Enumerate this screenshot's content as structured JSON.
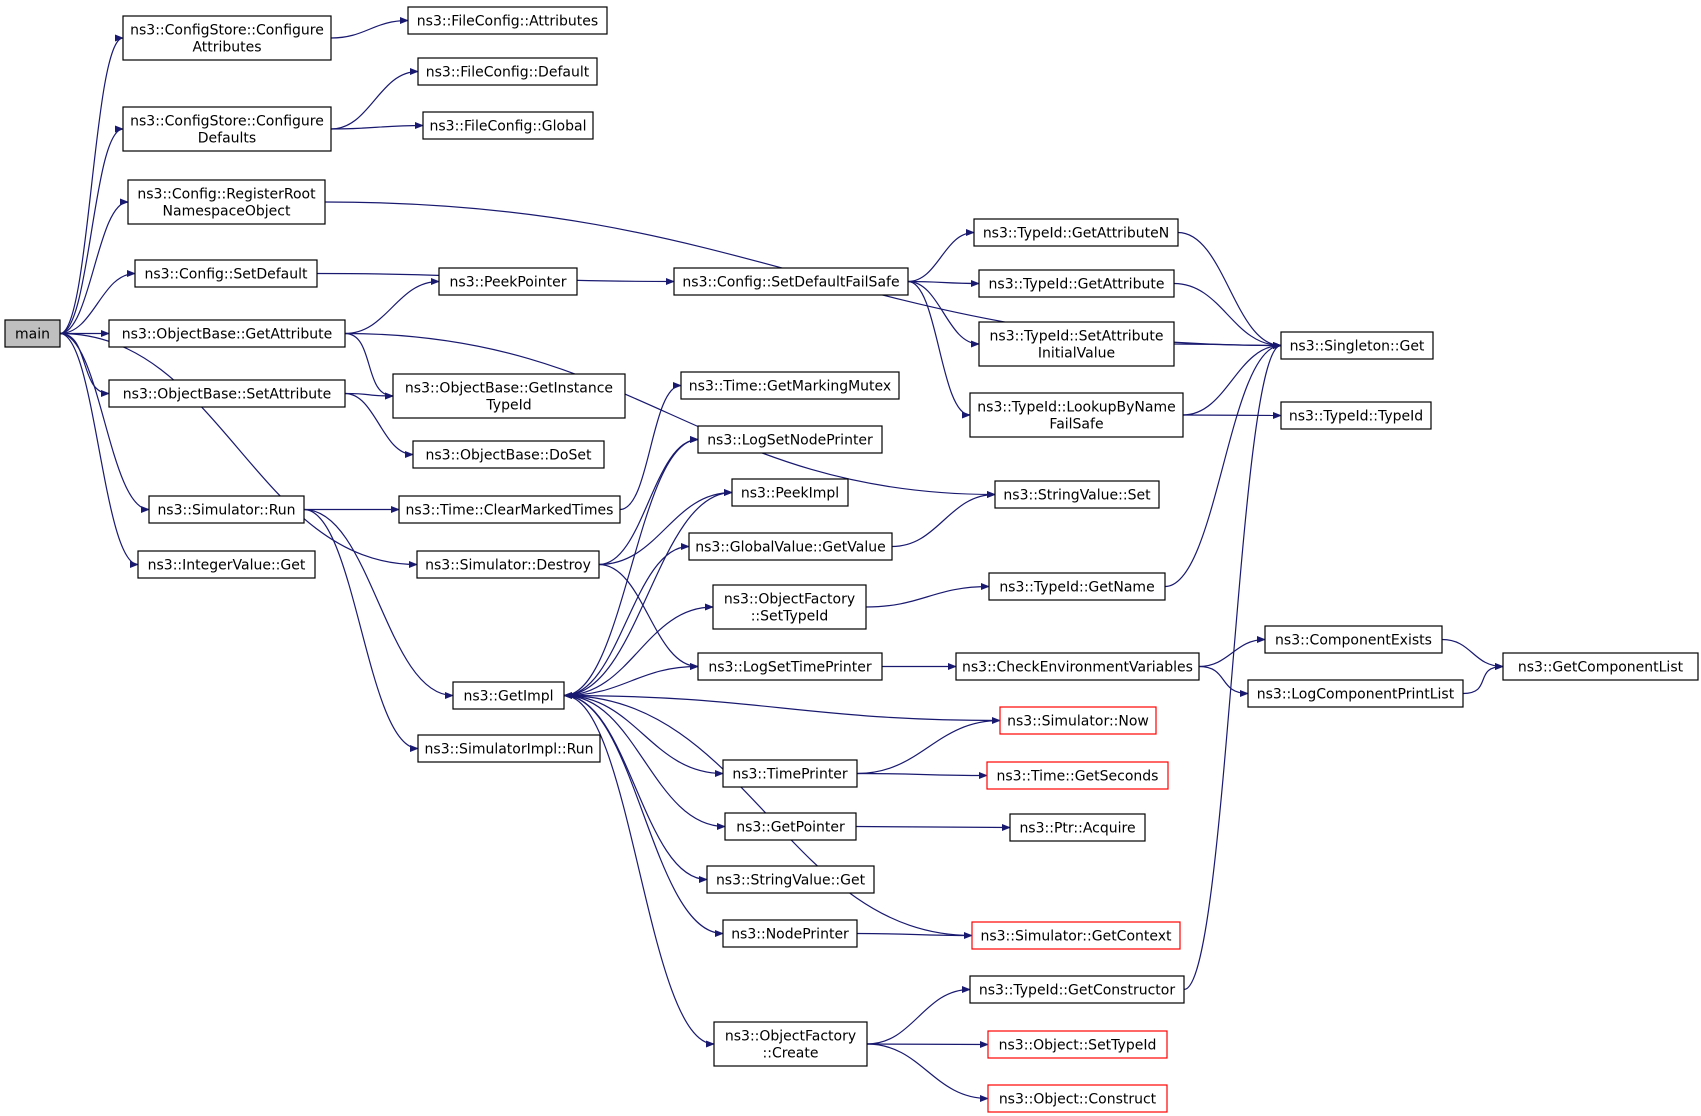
{
  "colors": {
    "edge": "#191970",
    "node_border": "#000000",
    "node_border_truncated": "#ff0000",
    "root_fill": "#bfbfbf",
    "background": "#ffffff"
  },
  "nodes": {
    "main": {
      "lines": [
        "main"
      ],
      "style": "root"
    },
    "cs_cfg_attr": {
      "lines": [
        "ns3::ConfigStore::Configure",
        "Attributes"
      ]
    },
    "fc_attr": {
      "lines": [
        "ns3::FileConfig::Attributes"
      ]
    },
    "cs_cfg_def": {
      "lines": [
        "ns3::ConfigStore::Configure",
        "Defaults"
      ]
    },
    "fc_default": {
      "lines": [
        "ns3::FileConfig::Default"
      ]
    },
    "fc_global": {
      "lines": [
        "ns3::FileConfig::Global"
      ]
    },
    "cfg_regroot": {
      "lines": [
        "ns3::Config::RegisterRoot",
        "NamespaceObject"
      ]
    },
    "cfg_setdefault": {
      "lines": [
        "ns3::Config::SetDefault"
      ]
    },
    "cfg_setdefaultfs": {
      "lines": [
        "ns3::Config::SetDefaultFailSafe"
      ]
    },
    "tid_getattrn": {
      "lines": [
        "ns3::TypeId::GetAttributeN"
      ]
    },
    "tid_getattr": {
      "lines": [
        "ns3::TypeId::GetAttribute"
      ]
    },
    "tid_setattrinit": {
      "lines": [
        "ns3::TypeId::SetAttribute",
        "InitialValue"
      ]
    },
    "singleton_get": {
      "lines": [
        "ns3::Singleton::Get"
      ]
    },
    "tid_lookup": {
      "lines": [
        "ns3::TypeId::LookupByName",
        "FailSafe"
      ]
    },
    "tid_typeid": {
      "lines": [
        "ns3::TypeId::TypeId"
      ]
    },
    "peekpointer": {
      "lines": [
        "ns3::PeekPointer"
      ]
    },
    "ob_getattr": {
      "lines": [
        "ns3::ObjectBase::GetAttribute"
      ]
    },
    "ob_getinst": {
      "lines": [
        "ns3::ObjectBase::GetInstance",
        "TypeId"
      ]
    },
    "ob_setattr": {
      "lines": [
        "ns3::ObjectBase::SetAttribute"
      ]
    },
    "ob_doset": {
      "lines": [
        "ns3::ObjectBase::DoSet"
      ]
    },
    "time_getmarking": {
      "lines": [
        "ns3::Time::GetMarkingMutex"
      ]
    },
    "logsetnodeprinter": {
      "lines": [
        "ns3::LogSetNodePrinter"
      ]
    },
    "peekimpl": {
      "lines": [
        "ns3::PeekImpl"
      ]
    },
    "stringvalue_set": {
      "lines": [
        "ns3::StringValue::Set"
      ]
    },
    "sim_run": {
      "lines": [
        "ns3::Simulator::Run"
      ]
    },
    "time_clearmarked": {
      "lines": [
        "ns3::Time::ClearMarkedTimes"
      ]
    },
    "globalvalue_getvalue": {
      "lines": [
        "ns3::GlobalValue::GetValue"
      ]
    },
    "intvalue_get": {
      "lines": [
        "ns3::IntegerValue::Get"
      ]
    },
    "sim_destroy": {
      "lines": [
        "ns3::Simulator::Destroy"
      ]
    },
    "tid_getname": {
      "lines": [
        "ns3::TypeId::GetName"
      ]
    },
    "of_settypeid": {
      "lines": [
        "ns3::ObjectFactory",
        "::SetTypeId"
      ]
    },
    "componentexists": {
      "lines": [
        "ns3::ComponentExists"
      ]
    },
    "logsettimeprinter": {
      "lines": [
        "ns3::LogSetTimePrinter"
      ]
    },
    "checkenv": {
      "lines": [
        "ns3::CheckEnvironmentVariables"
      ]
    },
    "getcomponentlist": {
      "lines": [
        "ns3::GetComponentList"
      ]
    },
    "getimpl": {
      "lines": [
        "ns3::GetImpl"
      ]
    },
    "logcomponentprintlist": {
      "lines": [
        "ns3::LogComponentPrintList"
      ]
    },
    "sim_now": {
      "lines": [
        "ns3::Simulator::Now"
      ],
      "style": "red"
    },
    "simimpl_run": {
      "lines": [
        "ns3::SimulatorImpl::Run"
      ]
    },
    "timeprinter": {
      "lines": [
        "ns3::TimePrinter"
      ]
    },
    "time_getseconds": {
      "lines": [
        "ns3::Time::GetSeconds"
      ],
      "style": "red"
    },
    "getpointer": {
      "lines": [
        "ns3::GetPointer"
      ]
    },
    "ptr_acquire": {
      "lines": [
        "ns3::Ptr::Acquire"
      ]
    },
    "stringvalue_get": {
      "lines": [
        "ns3::StringValue::Get"
      ]
    },
    "nodeprinter": {
      "lines": [
        "ns3::NodePrinter"
      ]
    },
    "sim_getcontext": {
      "lines": [
        "ns3::Simulator::GetContext"
      ],
      "style": "red"
    },
    "tid_getconstructor": {
      "lines": [
        "ns3::TypeId::GetConstructor"
      ]
    },
    "of_create": {
      "lines": [
        "ns3::ObjectFactory",
        "::Create"
      ]
    },
    "obj_settypeid": {
      "lines": [
        "ns3::Object::SetTypeId"
      ],
      "style": "red"
    },
    "obj_construct": {
      "lines": [
        "ns3::Object::Construct"
      ],
      "style": "red"
    }
  },
  "edges": [
    [
      "main",
      "cs_cfg_attr"
    ],
    [
      "main",
      "cs_cfg_def"
    ],
    [
      "main",
      "cfg_regroot"
    ],
    [
      "main",
      "cfg_setdefault"
    ],
    [
      "main",
      "ob_getattr"
    ],
    [
      "main",
      "ob_setattr"
    ],
    [
      "main",
      "sim_run"
    ],
    [
      "main",
      "intvalue_get"
    ],
    [
      "main",
      "sim_destroy"
    ],
    [
      "cs_cfg_attr",
      "fc_attr"
    ],
    [
      "cs_cfg_def",
      "fc_default"
    ],
    [
      "cs_cfg_def",
      "fc_global"
    ],
    [
      "cfg_regroot",
      "singleton_get"
    ],
    [
      "cfg_setdefault",
      "cfg_setdefaultfs"
    ],
    [
      "cfg_setdefaultfs",
      "tid_getattrn"
    ],
    [
      "cfg_setdefaultfs",
      "tid_getattr"
    ],
    [
      "cfg_setdefaultfs",
      "tid_setattrinit"
    ],
    [
      "cfg_setdefaultfs",
      "tid_lookup"
    ],
    [
      "tid_getattrn",
      "singleton_get"
    ],
    [
      "tid_getattr",
      "singleton_get"
    ],
    [
      "tid_setattrinit",
      "singleton_get"
    ],
    [
      "tid_lookup",
      "singleton_get"
    ],
    [
      "tid_lookup",
      "tid_typeid"
    ],
    [
      "ob_getattr",
      "peekpointer"
    ],
    [
      "ob_getattr",
      "ob_getinst"
    ],
    [
      "ob_getattr",
      "stringvalue_set"
    ],
    [
      "ob_setattr",
      "ob_getinst"
    ],
    [
      "ob_setattr",
      "ob_doset"
    ],
    [
      "sim_run",
      "time_clearmarked"
    ],
    [
      "sim_run",
      "getimpl"
    ],
    [
      "sim_run",
      "simimpl_run"
    ],
    [
      "time_clearmarked",
      "time_getmarking"
    ],
    [
      "sim_destroy",
      "logsetnodeprinter"
    ],
    [
      "sim_destroy",
      "peekimpl"
    ],
    [
      "sim_destroy",
      "logsettimeprinter"
    ],
    [
      "globalvalue_getvalue",
      "stringvalue_set"
    ],
    [
      "tid_getname",
      "singleton_get"
    ],
    [
      "of_settypeid",
      "tid_getname"
    ],
    [
      "logsettimeprinter",
      "checkenv"
    ],
    [
      "checkenv",
      "componentexists"
    ],
    [
      "checkenv",
      "logcomponentprintlist"
    ],
    [
      "componentexists",
      "getcomponentlist"
    ],
    [
      "logcomponentprintlist",
      "getcomponentlist"
    ],
    [
      "getimpl",
      "logsetnodeprinter"
    ],
    [
      "getimpl",
      "peekimpl"
    ],
    [
      "getimpl",
      "globalvalue_getvalue"
    ],
    [
      "getimpl",
      "of_settypeid"
    ],
    [
      "getimpl",
      "logsettimeprinter"
    ],
    [
      "getimpl",
      "timeprinter"
    ],
    [
      "getimpl",
      "getpointer"
    ],
    [
      "getimpl",
      "stringvalue_get"
    ],
    [
      "getimpl",
      "nodeprinter"
    ],
    [
      "getimpl",
      "of_create"
    ],
    [
      "sim_now",
      "getimpl"
    ],
    [
      "sim_getcontext",
      "getimpl"
    ],
    [
      "timeprinter",
      "sim_now"
    ],
    [
      "timeprinter",
      "time_getseconds"
    ],
    [
      "getpointer",
      "ptr_acquire"
    ],
    [
      "nodeprinter",
      "sim_getcontext"
    ],
    [
      "of_create",
      "tid_getconstructor"
    ],
    [
      "of_create",
      "obj_settypeid"
    ],
    [
      "of_create",
      "obj_construct"
    ],
    [
      "tid_getconstructor",
      "singleton_get"
    ]
  ]
}
